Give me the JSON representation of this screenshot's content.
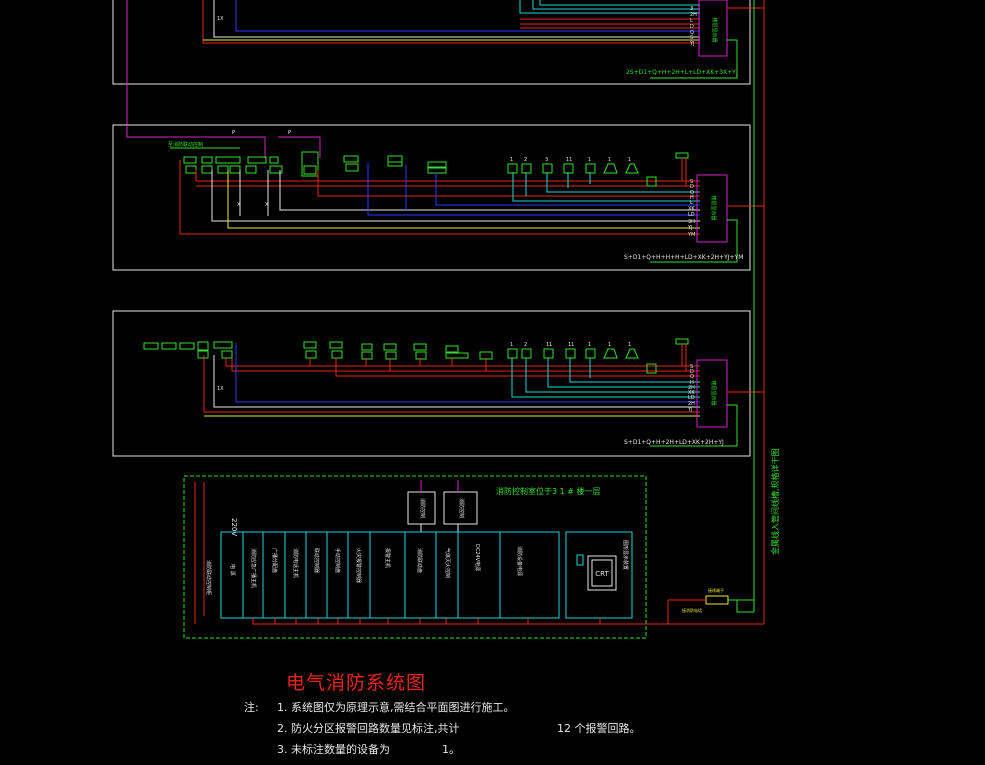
{
  "diagram": {
    "title": "电气消防系统图",
    "control_room": "消防控制室位于3 1 # 楼一层",
    "voltage": "220V",
    "crt": "CRT",
    "vertical_label": "金属线入管间线槽,规格详干图",
    "formula_top": "2S+D1+Q+H+2H+L+LD+XK+3X+YJ",
    "formula_mid": "S+D1+Q+H+H+H+LD+XK+2H+YJ+YM",
    "formula_bot": "S+D1+Q+H+2H+LD+XK+2H+YJ",
    "bus_labels_top": [
      "3",
      "2H",
      "L",
      "D",
      "Q",
      "S",
      "YJ"
    ],
    "bus_labels_mid": [
      "S",
      "D",
      "Q",
      "H",
      "L",
      "XK",
      "LD",
      "3H",
      "YJ",
      "YM"
    ],
    "bus_labels_bot": [
      "S",
      "D",
      "Q",
      "H",
      "2H",
      "XK",
      "LD",
      "2H",
      "YJ"
    ],
    "device_numbers_mid": [
      "1",
      "2",
      "3",
      "11",
      "1",
      "1",
      "1"
    ],
    "device_numbers_bot": [
      "1",
      "2",
      "11",
      "11",
      "1",
      "1",
      "1"
    ]
  },
  "notes": {
    "label": "注:",
    "items": [
      {
        "text": "1.  系统图仅为原理示意,需结合平面图进行施工。"
      },
      {
        "text": "2. 防火分区报警回路数量见标注,共计",
        "extra": "12  个报警回路。"
      },
      {
        "text": "3. 未标注数量的设备为",
        "extra": "1。"
      }
    ]
  },
  "colors": {
    "frame": "#e6e6e6",
    "green": "#33e12a",
    "red": "#e8241c",
    "blue": "#2a3dff",
    "cyan": "#19d6d6",
    "magenta": "#d21fd2",
    "yellow": "#f0ea2a",
    "white": "#ffffff"
  }
}
